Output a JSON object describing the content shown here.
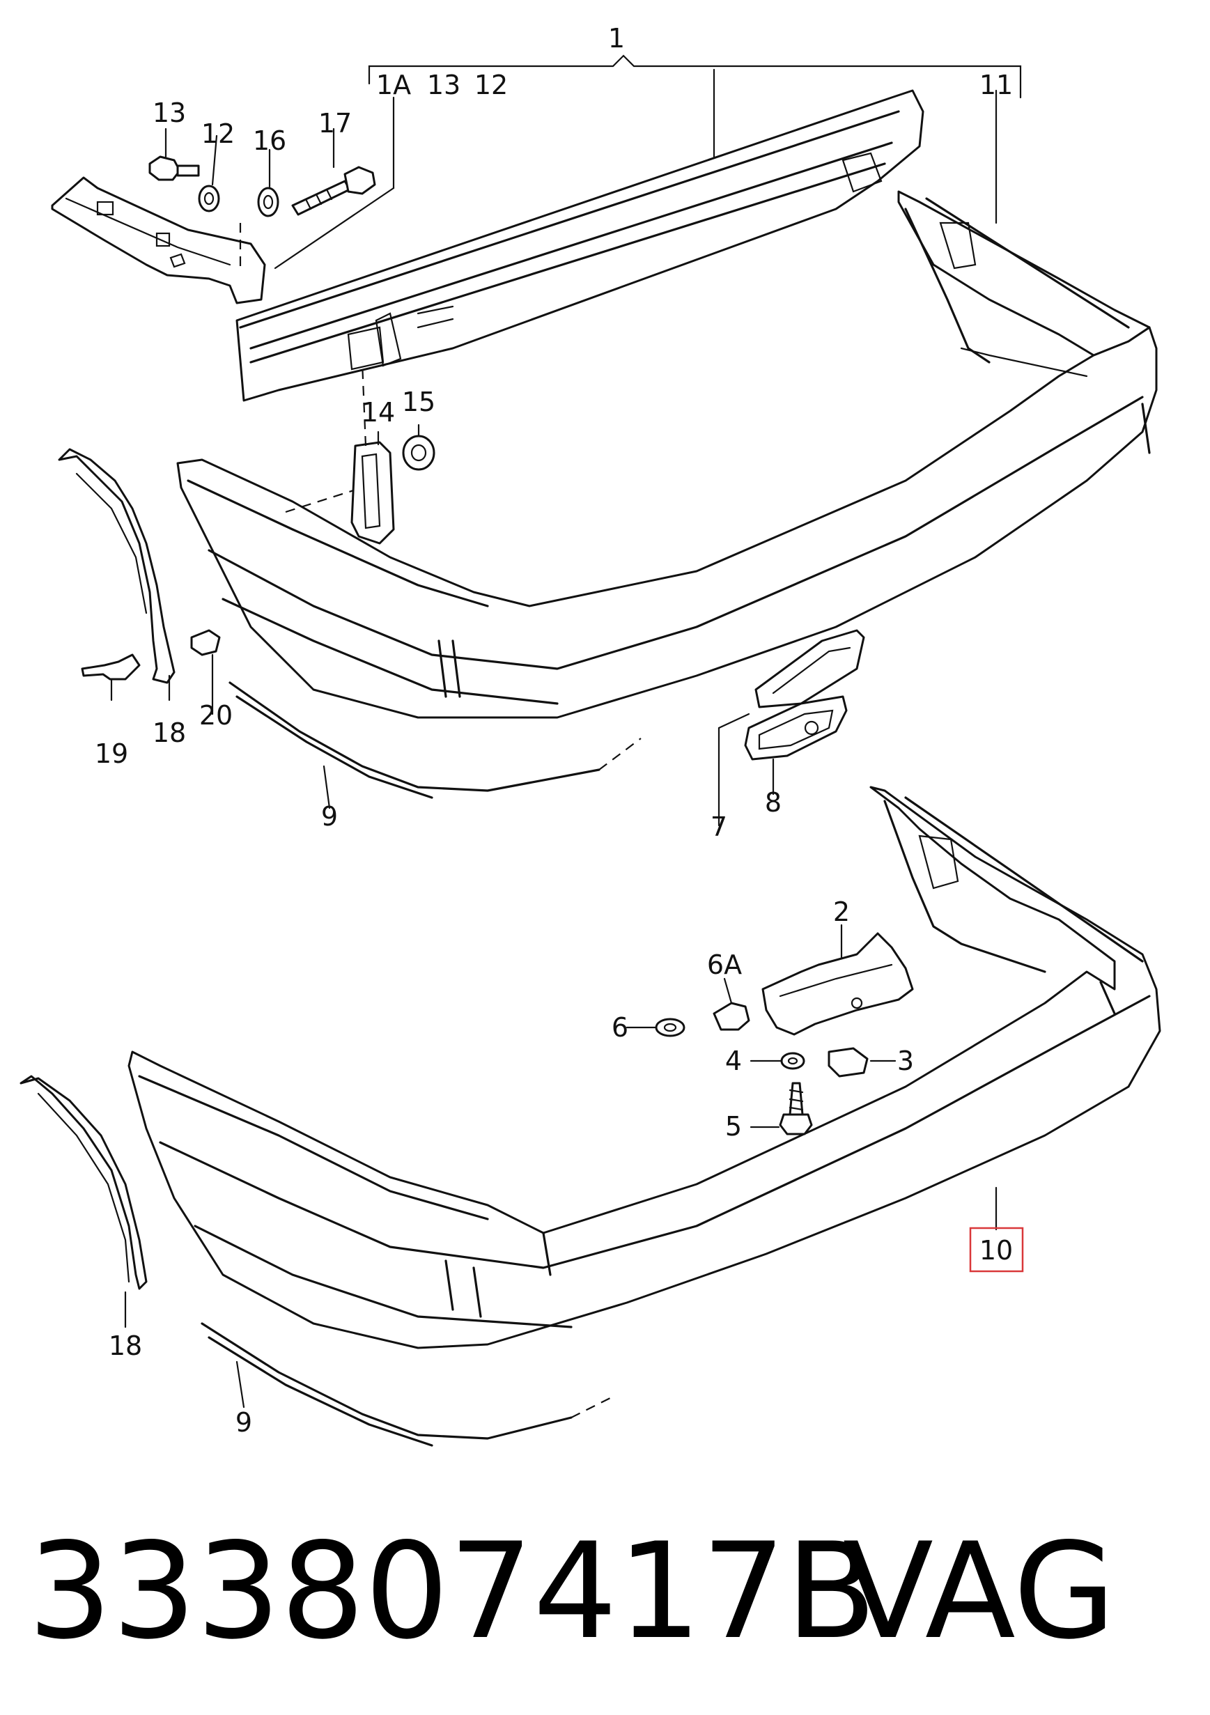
{
  "callouts": {
    "c1": "1",
    "c1a": "1A",
    "c13a": "13",
    "c12a": "12",
    "c11": "11",
    "c13": "13",
    "c12": "12",
    "c16": "16",
    "c17": "17",
    "c14": "14",
    "c15": "15",
    "c19": "19",
    "c18a": "18",
    "c20": "20",
    "c9a": "9",
    "c7": "7",
    "c8": "8",
    "c2": "2",
    "c6a": "6A",
    "c6": "6",
    "c4": "4",
    "c3": "3",
    "c5": "5",
    "c10": "10",
    "c18b": "18",
    "c9b": "9"
  },
  "highlight_color": "#d9383a",
  "footer": {
    "part_number": "333807417B",
    "brand": "VAG"
  }
}
